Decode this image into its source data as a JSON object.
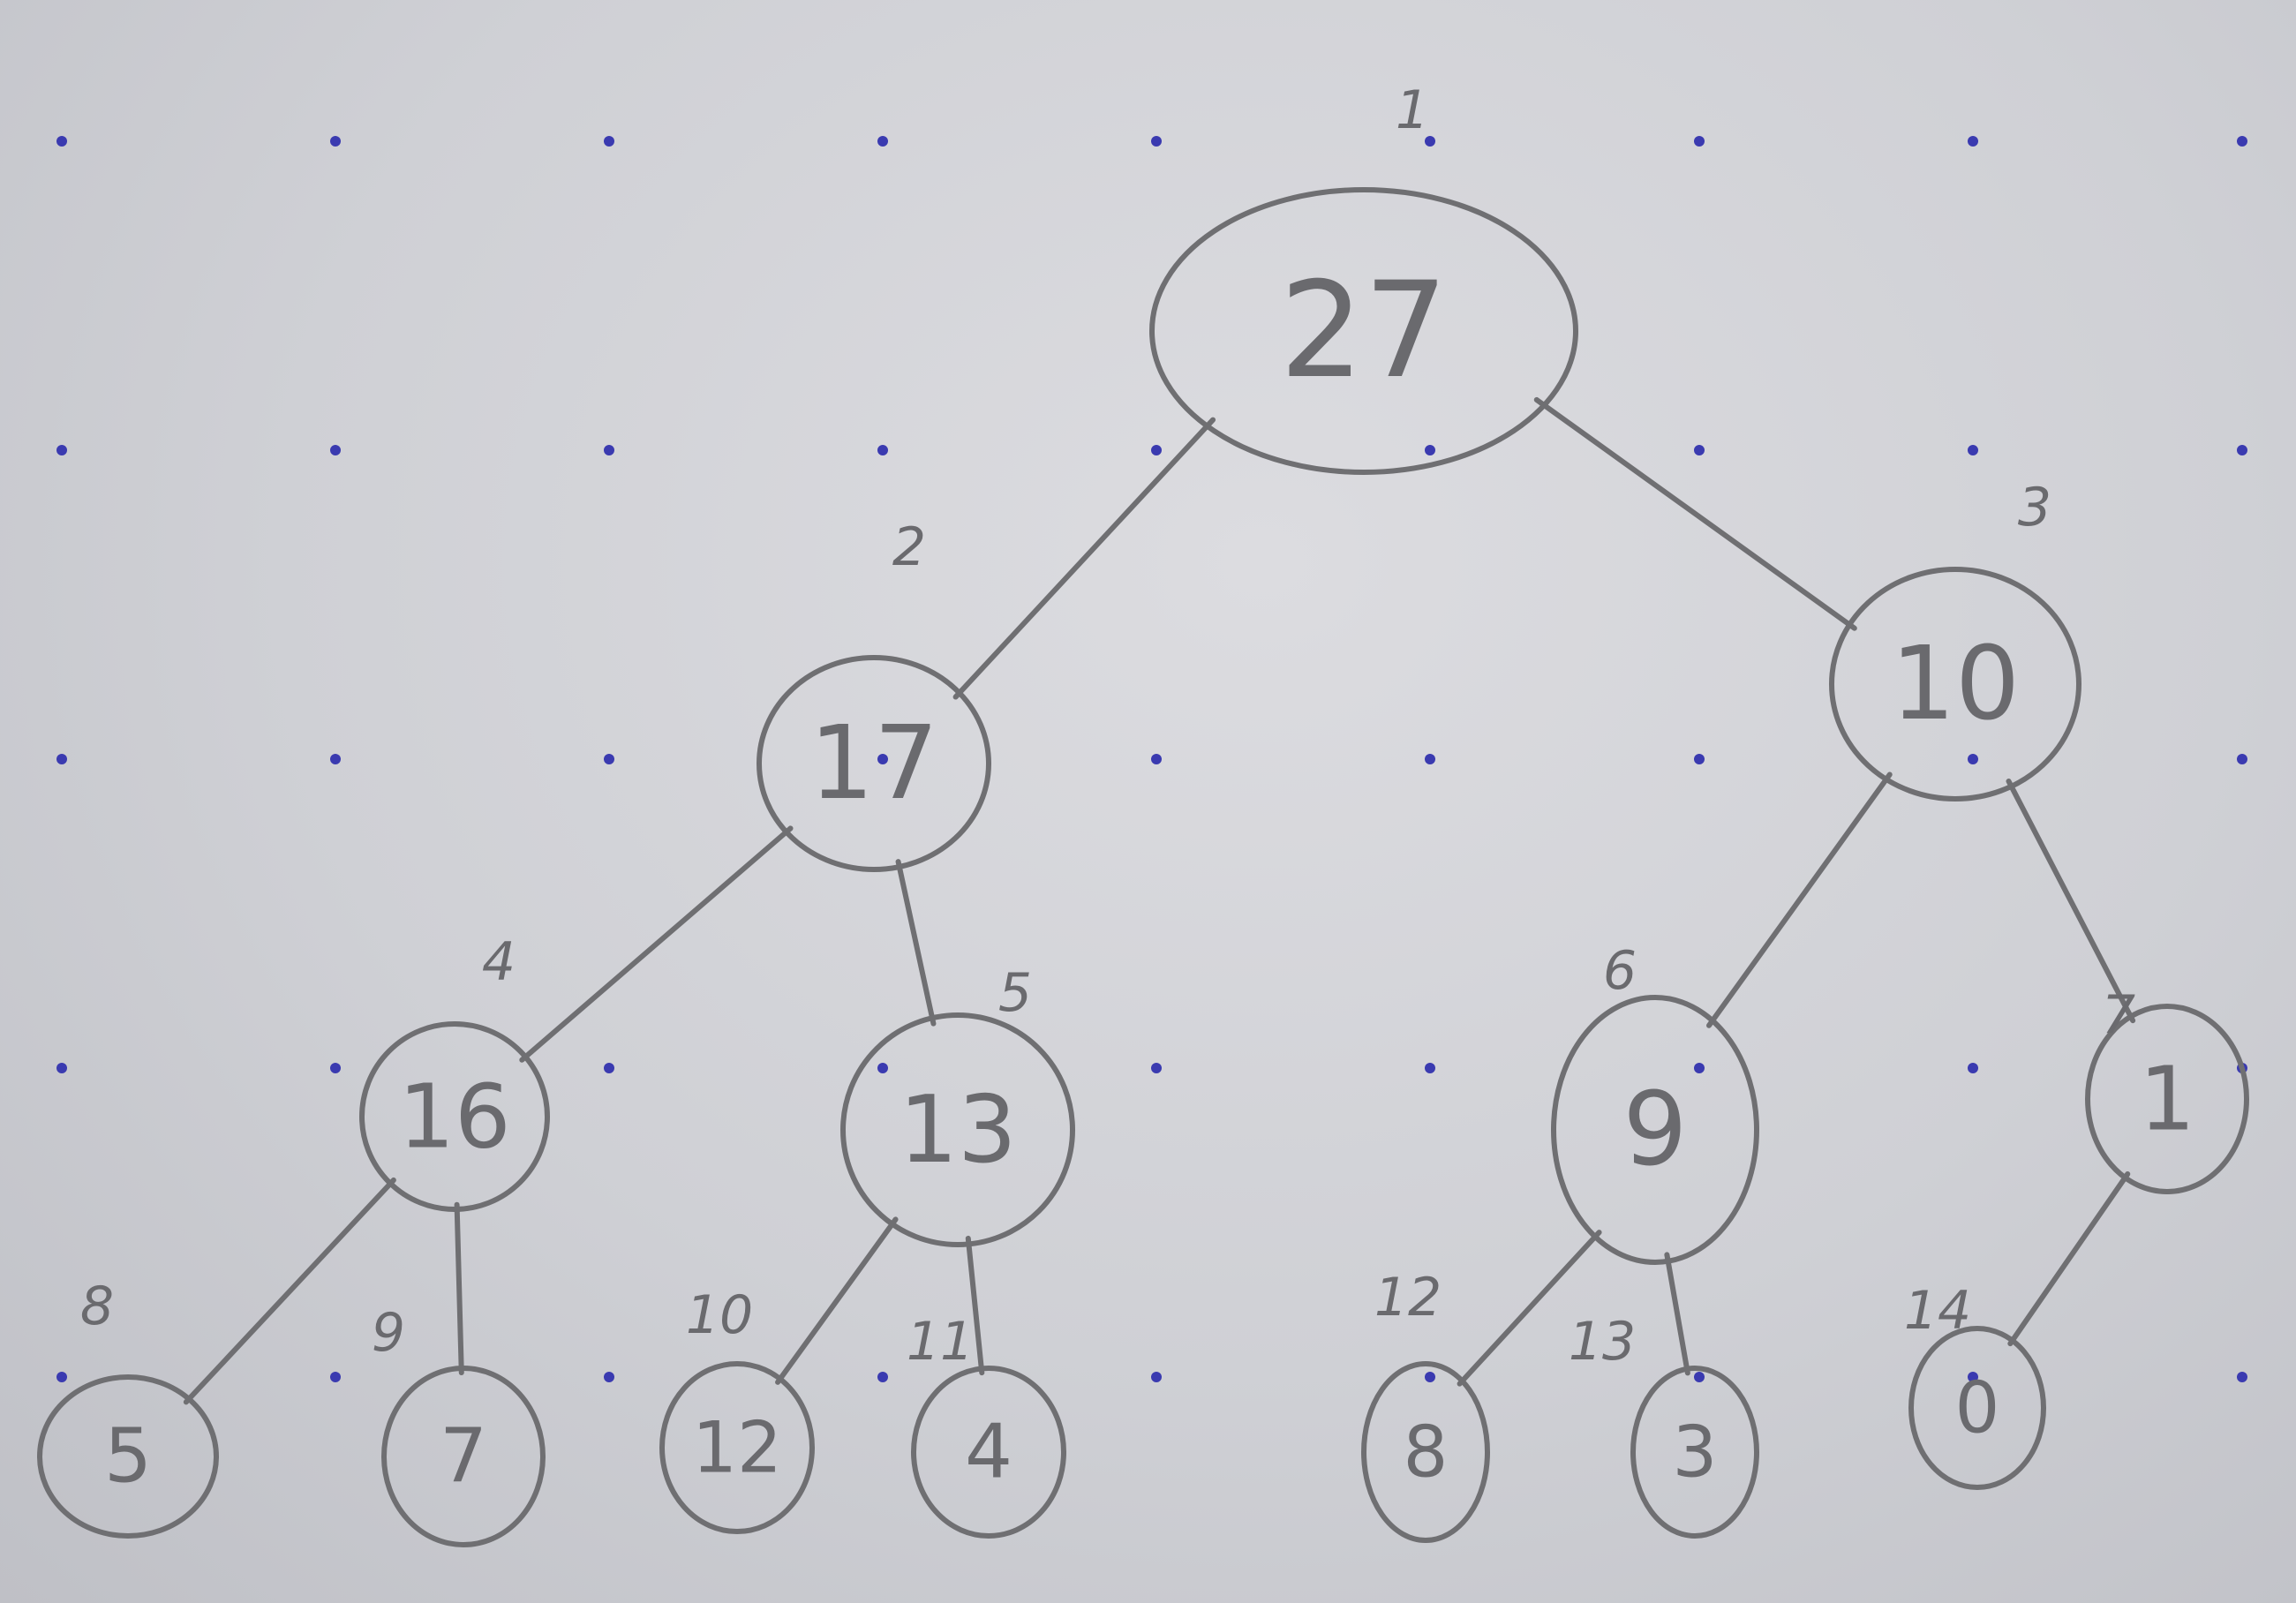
{
  "tree": {
    "nodes": [
      {
        "index": "1",
        "value": "27"
      },
      {
        "index": "2",
        "value": "17"
      },
      {
        "index": "3",
        "value": "10"
      },
      {
        "index": "4",
        "value": "16"
      },
      {
        "index": "5",
        "value": "13"
      },
      {
        "index": "6",
        "value": "9"
      },
      {
        "index": "7",
        "value": "1"
      },
      {
        "index": "8",
        "value": "5"
      },
      {
        "index": "9",
        "value": "7"
      },
      {
        "index": "10",
        "value": "12"
      },
      {
        "index": "11",
        "value": "4"
      },
      {
        "index": "12",
        "value": "8"
      },
      {
        "index": "13",
        "value": "3"
      },
      {
        "index": "14",
        "value": "0"
      }
    ],
    "edges": [
      [
        "1",
        "2"
      ],
      [
        "1",
        "3"
      ],
      [
        "2",
        "4"
      ],
      [
        "2",
        "5"
      ],
      [
        "3",
        "6"
      ],
      [
        "3",
        "7"
      ],
      [
        "4",
        "8"
      ],
      [
        "4",
        "9"
      ],
      [
        "5",
        "10"
      ],
      [
        "5",
        "11"
      ],
      [
        "6",
        "12"
      ],
      [
        "6",
        "13"
      ],
      [
        "7",
        "14"
      ]
    ]
  },
  "colors": {
    "paper": "#cfd0d5",
    "pencil": "#6f6f72",
    "grid_dot": "#3a3ab0"
  }
}
